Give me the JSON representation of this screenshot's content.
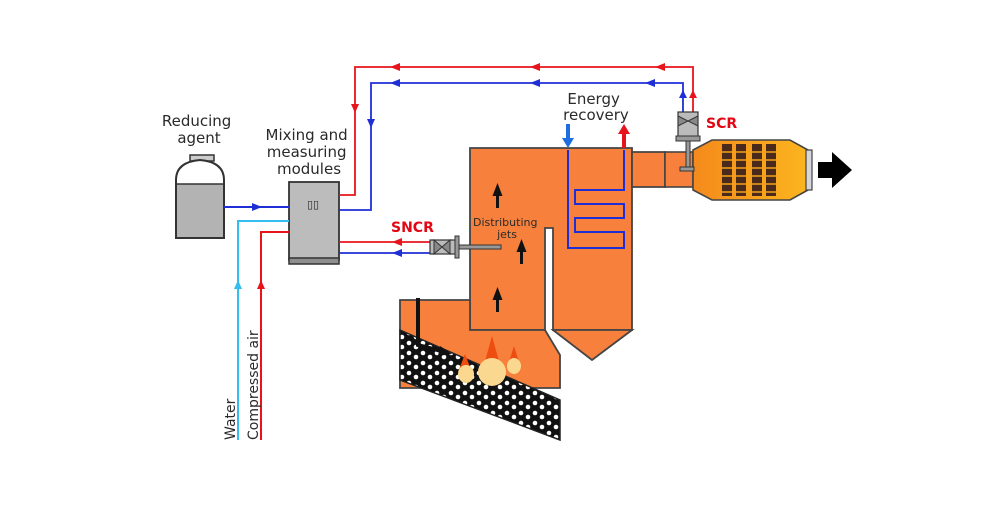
{
  "labels": {
    "reducing_agent": [
      "Reducing",
      "agent"
    ],
    "mixing_modules": [
      "Mixing and",
      "measuring",
      "modules"
    ],
    "sncr": "SNCR",
    "scr": "SCR",
    "energy_recovery": [
      "Energy",
      "recovery"
    ],
    "distributing_jets": [
      "Distributing",
      "jets"
    ],
    "water": "Water",
    "compressed_air": "Compressed air",
    "module_icon": "▯▯"
  },
  "colors": {
    "red_line": "#e8141c",
    "blue_line": "#1f2fd6",
    "cyan_line": "#33bdf0",
    "furnace": "#f7803c",
    "scr_body": "#f7a11a",
    "label_red": "#e30613",
    "tank": "#b3b3b3",
    "module": "#b8b8b8"
  }
}
